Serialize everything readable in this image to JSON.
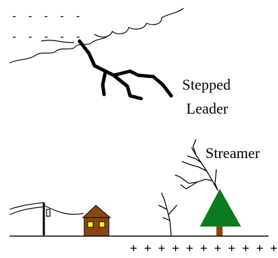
{
  "labels": {
    "stepped_leader_line1": "Stepped",
    "stepped_leader_line2": "Leader",
    "streamer": "Streamer"
  },
  "charges": {
    "cloud_row1": "- - - - -",
    "cloud_row2": "- - - - -",
    "ground_row": "+ + + + + + + + + + +"
  },
  "colors": {
    "ink": "#000000",
    "house_wall": "#8b4513",
    "house_roof": "#8b4513",
    "house_window": "#ffff00",
    "tree_foliage": "#0a7a1e",
    "tree_trunk": "#8b4513"
  }
}
